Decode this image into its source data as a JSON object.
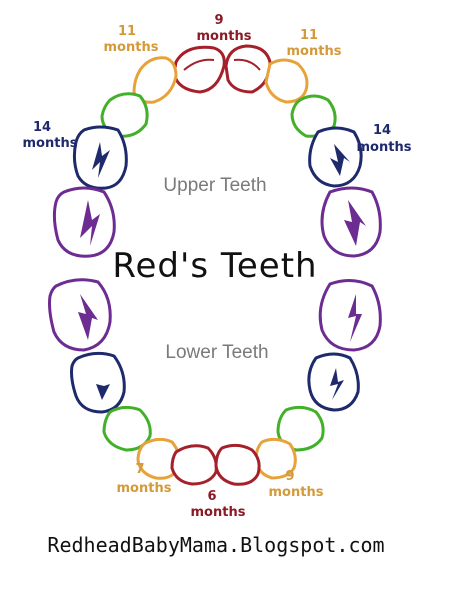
{
  "title": "Red's Teeth",
  "upper_label": "Upper Teeth",
  "lower_label": "Lower Teeth",
  "footer": "RedheadBabyMama.Blogspot.com",
  "colors": {
    "central_incisor": "#a5202a",
    "lateral_incisor": "#e8a23a",
    "canine": "#43b02a",
    "first_molar": "#1e2a6b",
    "second_molar": "#6d2c91",
    "label_tan": "#d49a3a",
    "label_navy": "#1e2a6b"
  },
  "labels": {
    "upper_center": {
      "num": "9",
      "word": "months"
    },
    "upper_left_lateral": {
      "num": "11",
      "word": "months"
    },
    "upper_right_lateral": {
      "num": "11",
      "word": "months"
    },
    "upper_left_molar": {
      "num": "14",
      "word": "months"
    },
    "upper_right_molar": {
      "num": "14",
      "word": "months"
    },
    "lower_center": {
      "num": "6",
      "word": "months"
    },
    "lower_left_lateral": {
      "num": "7",
      "word": "months"
    },
    "lower_right_lateral": {
      "num": "9",
      "word": "months"
    }
  }
}
